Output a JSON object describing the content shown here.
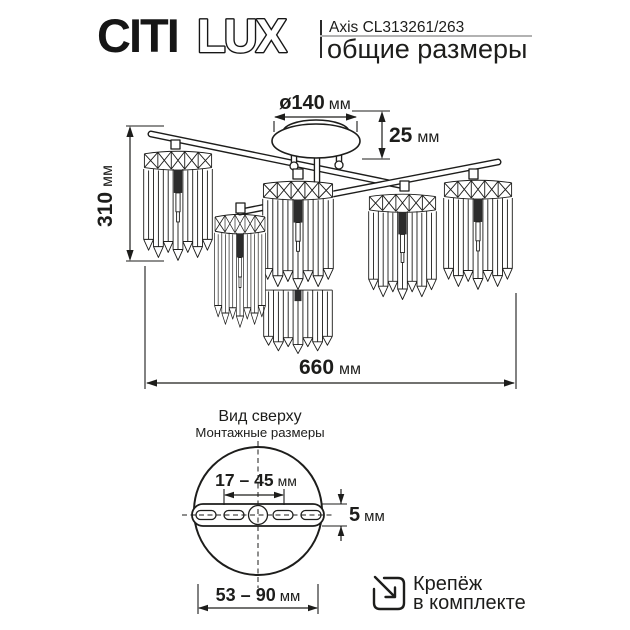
{
  "header": {
    "brand_part_solid": "CITI",
    "brand_part_outline": "LUX",
    "product_code": "Axis CL313261/263",
    "subtitle": "общие размеры"
  },
  "front_view": {
    "dim_canopy_diameter": {
      "value": "ø140",
      "unit": "мм"
    },
    "dim_canopy_height": {
      "value": "25",
      "unit": "мм"
    },
    "dim_fixture_height": {
      "value": "310",
      "unit": "мм"
    },
    "dim_fixture_width": {
      "value": "660",
      "unit": "мм"
    }
  },
  "top_view": {
    "title": "Вид сверху",
    "subtitle": "Монтажные размеры",
    "dim_inner_slot_span": {
      "value": "17 – 45",
      "unit": "мм"
    },
    "dim_bracket_height": {
      "value": "5",
      "unit": "мм"
    },
    "dim_outer_slot_span": {
      "value": "53 – 90",
      "unit": "мм"
    }
  },
  "footer_note": {
    "line1": "Крепёж",
    "line2": "в комплекте"
  },
  "colors": {
    "ink": "#1d1d1b",
    "rule_gray": "#b2b2b2",
    "background": "#ffffff"
  }
}
